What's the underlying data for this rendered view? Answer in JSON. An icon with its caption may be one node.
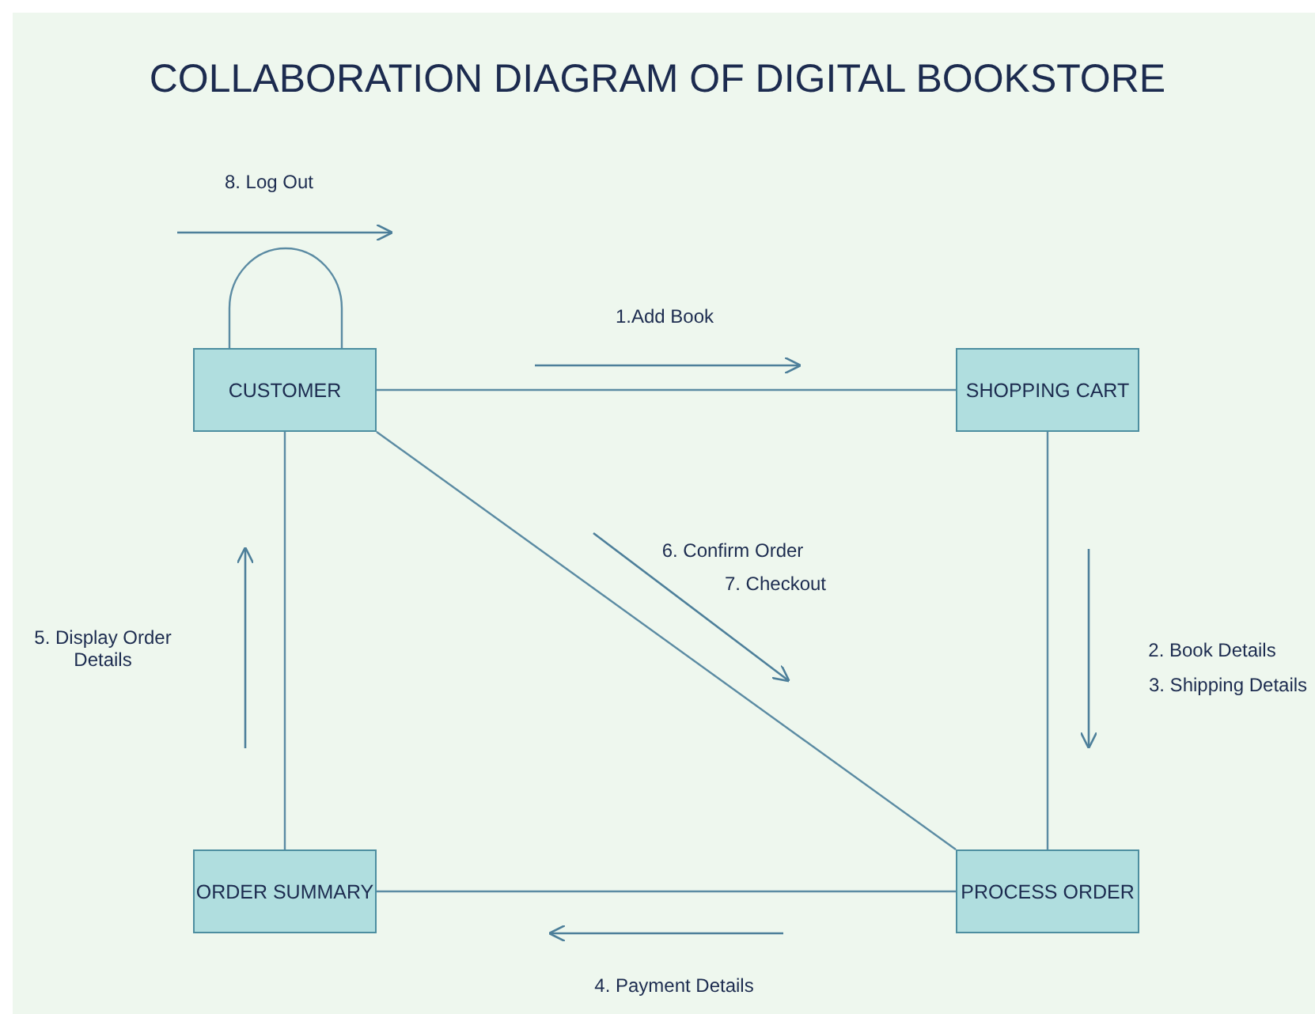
{
  "diagram": {
    "title": "COLLABORATION DIAGRAM OF DIGITAL BOOKSTORE",
    "nodes": [
      {
        "text": [
          "CUSTOMER"
        ]
      },
      {
        "text": [
          "SHOPPING CART"
        ]
      },
      {
        "text": [
          "ORDER SUMMARY"
        ]
      },
      {
        "text": [
          "PROCESS ORDER"
        ]
      }
    ],
    "edges": [
      {
        "from": 0,
        "to": 0,
        "arrow": "none"
      },
      {
        "from": 0,
        "to": 1,
        "arrow": "none"
      },
      {
        "from": 1,
        "to": 3,
        "arrow": "none"
      },
      {
        "from": 0,
        "to": 3,
        "arrow": "none"
      },
      {
        "from": 3,
        "to": 2,
        "arrow": "none"
      },
      {
        "from": 2,
        "to": 0,
        "arrow": "none"
      }
    ],
    "labels": [
      "8. Log Out",
      "1.Add Book",
      "6. Confirm Order",
      "7. Checkout",
      "5. Display Order Details",
      "2. Book Details",
      "3. Shipping Details",
      "4. Payment Details"
    ]
  }
}
